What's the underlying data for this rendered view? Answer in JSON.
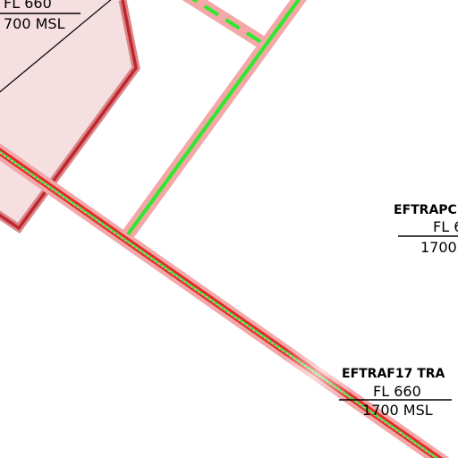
{
  "map": {
    "colors": {
      "background": "#ffffff",
      "restricted_fill": "#f5dfe0",
      "restricted_border": "#c0272d",
      "restricted_border_halo": "#d9868a",
      "route_halo": "#f4a7a7",
      "route_center": "#2ee82e",
      "route_edge": "#e8242a",
      "label_text": "#000000"
    },
    "labels": {
      "top_left": {
        "upper": "FL 660",
        "lower": "700 MSL"
      },
      "right_partial": {
        "name": "EFTRAPC",
        "upper": "FL 6",
        "lower": "1700"
      },
      "bottom_right": {
        "name": "EFTRAF17 TRA",
        "upper": "FL 660",
        "lower": "1700 MSL"
      }
    }
  }
}
